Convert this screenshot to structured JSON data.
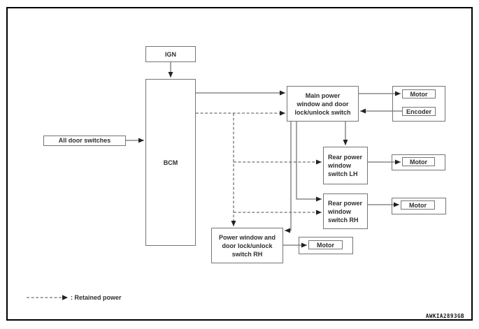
{
  "figure": {
    "code": "AWKIA2893GB",
    "legend_label": ": Retained power"
  },
  "nodes": {
    "ign": {
      "label": "IGN"
    },
    "bcm": {
      "label": "BCM"
    },
    "all_door_switches": {
      "label": "All door switches"
    },
    "main_switch": {
      "lines": [
        "Main power",
        "window and door",
        "lock/unlock switch"
      ]
    },
    "front_door_assembly": {
      "motor_label": "Motor",
      "encoder_label": "Encoder"
    },
    "rear_switch_lh": {
      "lines": [
        "Rear power",
        "window",
        "switch LH"
      ]
    },
    "rear_motor_lh": {
      "label": "Motor"
    },
    "rear_switch_rh": {
      "lines": [
        "Rear power",
        "window",
        "switch RH"
      ]
    },
    "rear_motor_rh": {
      "label": "Motor"
    },
    "pw_switch_rh": {
      "lines": [
        "Power window and",
        "door lock/unlock",
        "switch RH"
      ]
    },
    "pw_motor_rh": {
      "label": "Motor"
    }
  }
}
